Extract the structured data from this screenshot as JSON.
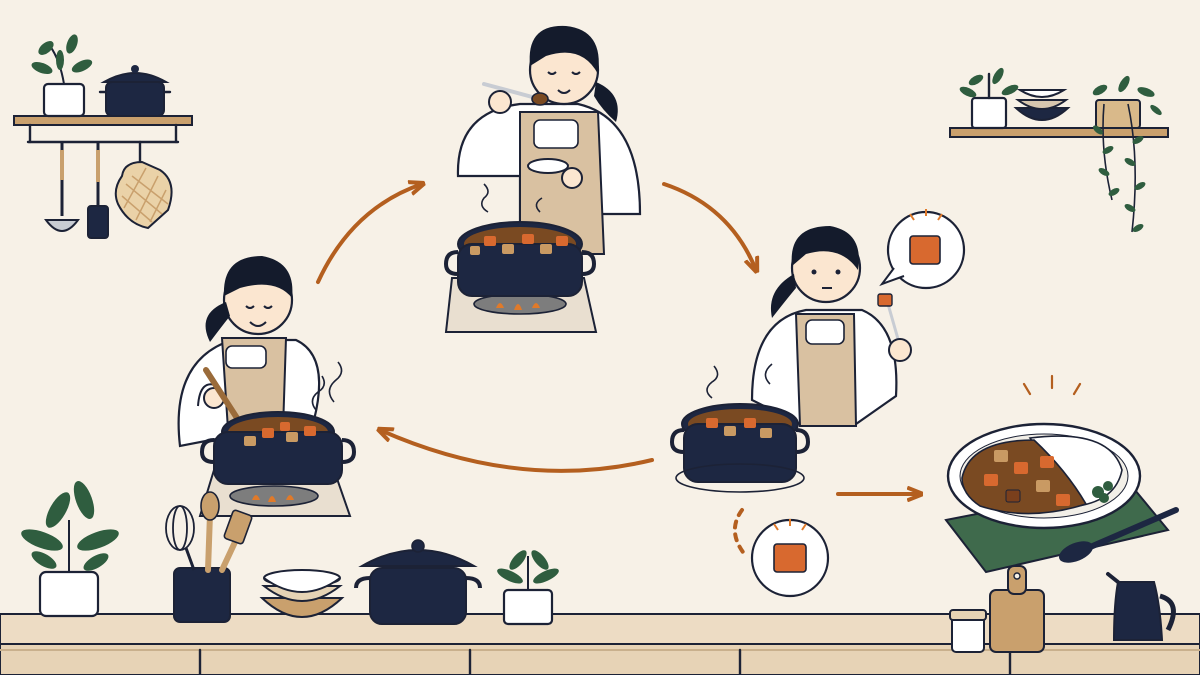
{
  "palette": {
    "background": "#f7f1e7",
    "ink": "#1c2236",
    "pot": "#1d2742",
    "apron": "#d9c1a1",
    "curry": "#7a4a22",
    "carrot": "#d8692f",
    "potato": "#c99a63",
    "arrow": "#b45f1f",
    "counter": "#e9d7bf",
    "wood": "#c9a06d",
    "leaf": "#2f5d3f",
    "placemat": "#3f6a4c",
    "flame": "#e07a2a"
  },
  "icons": [
    "plant-pot-icon",
    "dutch-oven-icon",
    "ladle-icon",
    "spatula-icon",
    "oven-mitt-icon",
    "bowl-stack-icon",
    "hanging-plant-icon",
    "whisk-icon",
    "wooden-spoon-icon",
    "cutting-board-icon",
    "pitcher-icon",
    "jar-icon",
    "flame-icon",
    "steam-icon",
    "cycle-arrow-icon",
    "curry-plate-icon",
    "carrot-cube-icon",
    "fork-icon",
    "spoon-icon"
  ],
  "steps": [
    "stir-curry",
    "taste-curry",
    "check-vegetable",
    "serve-curry"
  ]
}
